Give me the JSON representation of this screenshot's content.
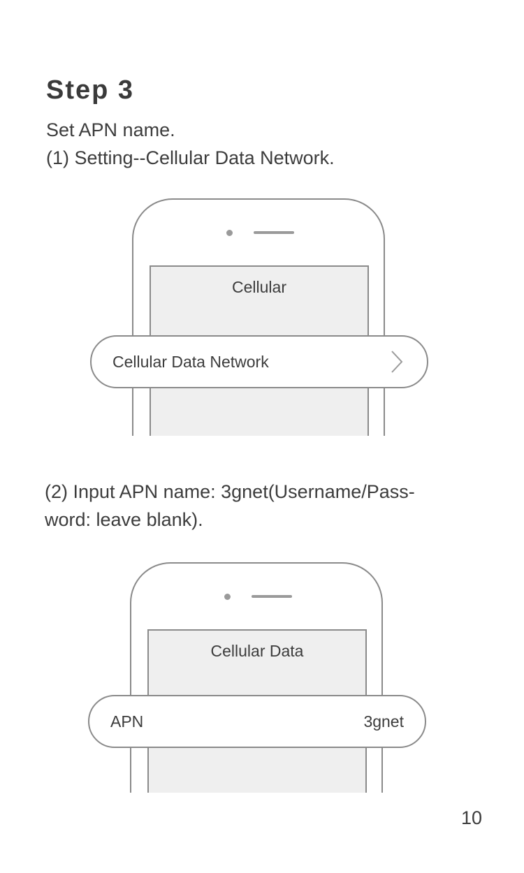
{
  "step": {
    "title": "Step 3",
    "line1": "Set APN name.",
    "line2": "(1) Setting--Cellular Data Network."
  },
  "illustration1": {
    "screen_title": "Cellular",
    "row_label": "Cellular Data Network",
    "row_icon": "chevron-right-icon"
  },
  "instruction2": {
    "line1": "(2) Input APN name: 3gnet(Username/Pass-",
    "line2": "word: leave blank)."
  },
  "illustration2": {
    "screen_title": "Cellular Data",
    "row_label": "APN",
    "row_value": "3gnet"
  },
  "footer": {
    "page_number": "10"
  }
}
